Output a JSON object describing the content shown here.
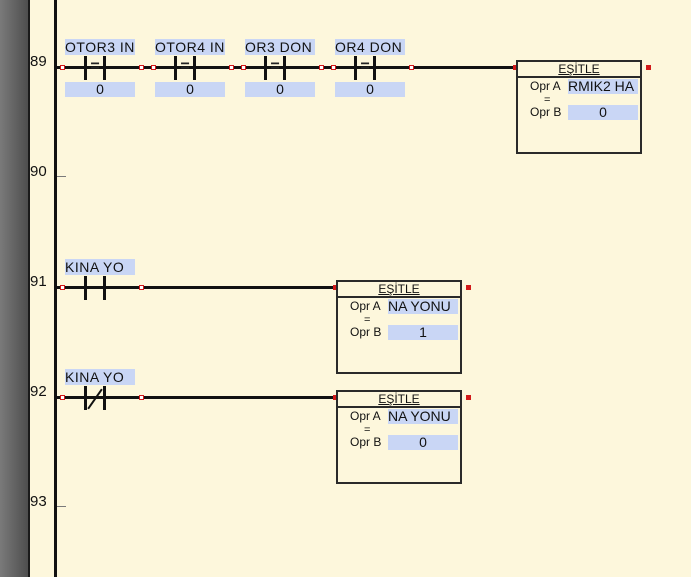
{
  "editor": {
    "rungs": [
      {
        "number": "89"
      },
      {
        "number": "90"
      },
      {
        "number": "91"
      },
      {
        "number": "92"
      },
      {
        "number": "93"
      }
    ],
    "rung89": {
      "contacts": [
        {
          "type": "compare-equal",
          "operator": "=",
          "label": "OTOR3_IN",
          "label_visible": "OTOR3  IN",
          "value": "0"
        },
        {
          "type": "compare-equal",
          "operator": "=",
          "label": "OTOR4_IN",
          "label_visible": "OTOR4  IN",
          "value": "0"
        },
        {
          "type": "compare-equal",
          "operator": "=",
          "label": "OR3_DON",
          "label_visible": "OR3  DON",
          "value": "0"
        },
        {
          "type": "compare-equal",
          "operator": "=",
          "label": "OR4_DON",
          "label_visible": "OR4  DON",
          "value": "0"
        }
      ],
      "block": {
        "title": "EŞİTLE",
        "opr_a_label": "Opr A",
        "opr_a_value": "RMIK2  HA",
        "eq": "=",
        "opr_b_label": "Opr B",
        "opr_b_value": "0"
      }
    },
    "rung91": {
      "contact": {
        "type": "normally-open",
        "label": "KINA YO",
        "label_visible": "KINA  YO"
      },
      "block": {
        "title": "EŞİTLE",
        "opr_a_label": "Opr A",
        "opr_a_value": "NA  YONU",
        "eq": "=",
        "opr_b_label": "Opr B",
        "opr_b_value": "1"
      }
    },
    "rung92": {
      "contact": {
        "type": "normally-closed",
        "label": "KINA YO",
        "label_visible": "KINA  YO"
      },
      "block": {
        "title": "EŞİTLE",
        "opr_a_label": "Opr A",
        "opr_a_value": "NA  YONU",
        "eq": "=",
        "opr_b_label": "Opr B",
        "opr_b_value": "0"
      }
    }
  }
}
